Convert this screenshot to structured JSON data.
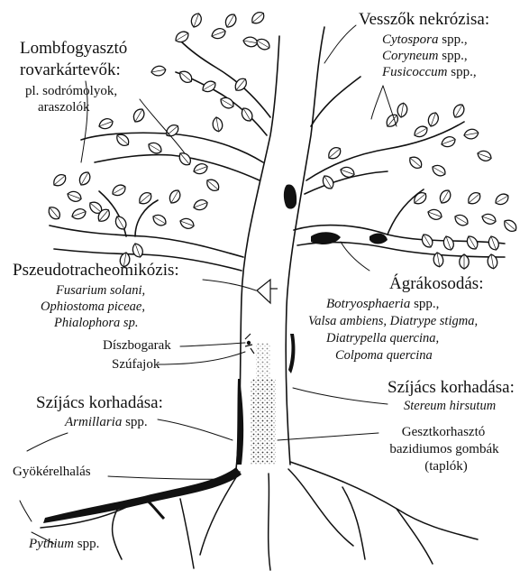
{
  "labels": {
    "vesszok": {
      "title": "Vesszők nekrózisa:",
      "l1_genus": "Cytospora",
      "l1_suffix": " spp.,",
      "l2_genus": "Coryneum",
      "l2_suffix": " spp.,",
      "l3_genus": "Fusicoccum",
      "l3_suffix": " spp.,"
    },
    "lomb": {
      "title1": "Lombfogyasztó",
      "title2": "rovarkártevők:",
      "l1": "pl. sodrómolyok,",
      "l2": "araszolók"
    },
    "pszeudo": {
      "title": "Pszeudotracheomikózis:",
      "l1": "Fusarium solani,",
      "l2": "Ophiostoma piceae,",
      "l3": "Phialophora sp."
    },
    "agrak": {
      "title": "Ágrákosodás:",
      "l1_genus": "Botryosphaeria",
      "l1_suffix": " spp.,",
      "l2": "Valsa ambiens, Diatrype stigma,",
      "l3": "Diatrypella quercina,",
      "l4": "Colpoma quercina"
    },
    "diszbogarak": "Díszbogarak",
    "szufajok": "Szúfajok",
    "szijacs_left": {
      "title": "Szíjács korhadása:",
      "l1_genus": "Armillaria",
      "l1_suffix": " spp."
    },
    "szijacs_right": {
      "title": "Szíjács korhadása:",
      "l1": "Stereum hirsutum"
    },
    "geszt": {
      "l1": "Gesztkorhasztó",
      "l2": "bazidiumos gombák",
      "l3": "(taplók)"
    },
    "gyoker": "Gyökérelhalás",
    "pythium_genus": "Pythium",
    "pythium_suffix": " spp."
  }
}
